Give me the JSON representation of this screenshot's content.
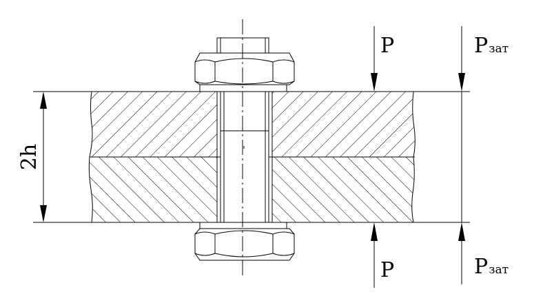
{
  "labels": {
    "dimension": "2h",
    "force_top": "P",
    "force_bottom": "P",
    "preload_top_main": "P",
    "preload_top_sub": "зат",
    "preload_bottom_main": "P",
    "preload_bottom_sub": "зат"
  },
  "colors": {
    "line": "#000000",
    "background": "#ffffff"
  }
}
